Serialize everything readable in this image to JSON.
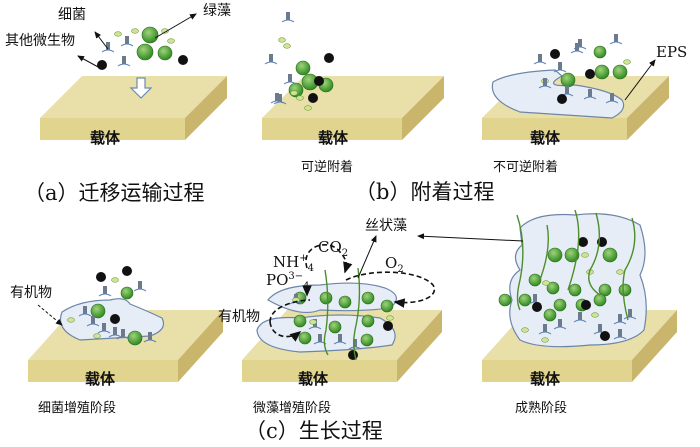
{
  "colors": {
    "carrier_top": "#e9dfa8",
    "carrier_front": "#e0d48e",
    "carrier_side": "#c9b66c",
    "eps": "#e6edf6",
    "algae": "#3f9a2c",
    "small_algae": "#cfe39a",
    "other_microbe": "#111111",
    "bacteria": "#6b7a8c"
  },
  "panel_a": {
    "labels": {
      "bacteria": "细菌",
      "other": "其他微生物",
      "algae": "绿藻"
    },
    "carrier": "载体",
    "caption": "（a）迁移运输过程"
  },
  "panel_b": {
    "stages": [
      "可逆附着",
      "不可逆附着"
    ],
    "carrier": "载体",
    "eps_label": "EPS",
    "caption": "（b）附着过程"
  },
  "panel_c": {
    "stages": [
      "细菌增殖阶段",
      "微藻增殖阶段",
      "成熟阶段"
    ],
    "carrier": "载体",
    "organic_label": "有机物",
    "filamentous_label": "丝状藻",
    "nh4": {
      "base": "NH",
      "sub": "4",
      "sup": "+"
    },
    "po4": {
      "base": "PO",
      "sub": "4",
      "sup": "3−"
    },
    "co2": {
      "base": "CO",
      "sub": "2"
    },
    "o2": {
      "base": "O",
      "sub": "2"
    },
    "caption": "（c）生长过程"
  }
}
